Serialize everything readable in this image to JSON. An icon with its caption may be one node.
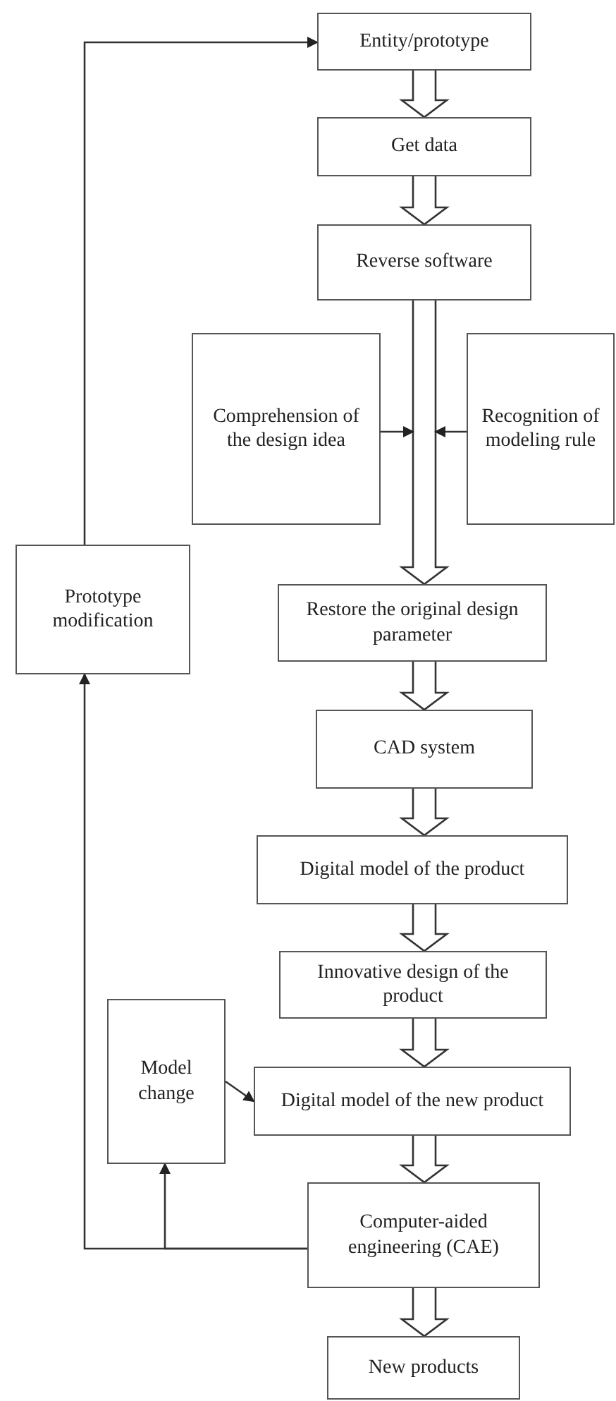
{
  "diagram": {
    "nodes": [
      {
        "text": [
          "Entity/prototype"
        ]
      },
      {
        "text": [
          "Get data"
        ]
      },
      {
        "text": [
          "Reverse software"
        ]
      },
      {
        "text": [
          "Comprehension of the design idea"
        ]
      },
      {
        "text": [
          "Recognition of modeling rule"
        ]
      },
      {
        "text": [
          "Prototype modification"
        ]
      },
      {
        "text": [
          "Restore the original design parameter"
        ]
      },
      {
        "text": [
          "CAD system"
        ]
      },
      {
        "text": [
          "Digital model of the product"
        ]
      },
      {
        "text": [
          "Innovative design of the product"
        ]
      },
      {
        "text": [
          "Model change"
        ]
      },
      {
        "text": [
          "Digital model of the new product"
        ]
      },
      {
        "text": [
          "Computer-aided engineering (CAE)"
        ]
      },
      {
        "text": [
          "New products"
        ]
      }
    ],
    "edges": [
      {
        "from": 0,
        "to": 1,
        "arrow": "to",
        "style": "thick"
      },
      {
        "from": 1,
        "to": 2,
        "arrow": "to",
        "style": "thick"
      },
      {
        "from": 2,
        "to": 6,
        "arrow": "to",
        "style": "thick"
      },
      {
        "from": 3,
        "to": null,
        "arrow": "to"
      },
      {
        "from": 4,
        "to": null,
        "arrow": "to"
      },
      {
        "from": 6,
        "to": 7,
        "arrow": "to",
        "style": "thick"
      },
      {
        "from": 7,
        "to": 8,
        "arrow": "to",
        "style": "thick"
      },
      {
        "from": 8,
        "to": 9,
        "arrow": "to",
        "style": "thick"
      },
      {
        "from": 9,
        "to": 11,
        "arrow": "to",
        "style": "thick"
      },
      {
        "from": 10,
        "to": 11,
        "arrow": "to"
      },
      {
        "from": 11,
        "to": 12,
        "arrow": "to",
        "style": "thick"
      },
      {
        "from": 12,
        "to": 13,
        "arrow": "to",
        "style": "thick"
      },
      {
        "from": 12,
        "to": 10,
        "arrow": "to"
      },
      {
        "from": 12,
        "to": 5,
        "arrow": "to"
      },
      {
        "from": 5,
        "to": 0,
        "arrow": "to"
      }
    ]
  }
}
